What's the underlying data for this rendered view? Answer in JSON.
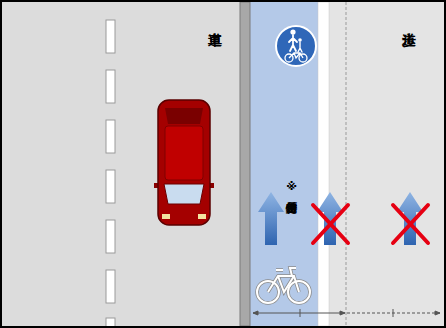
{
  "diagram": {
    "nodes": [
      {
        "text": [
          "車道"
        ]
      },
      {
        "text": [
          "※特例特定原付"
        ]
      },
      {
        "text": [
          "歩道"
        ]
      }
    ]
  }
}
